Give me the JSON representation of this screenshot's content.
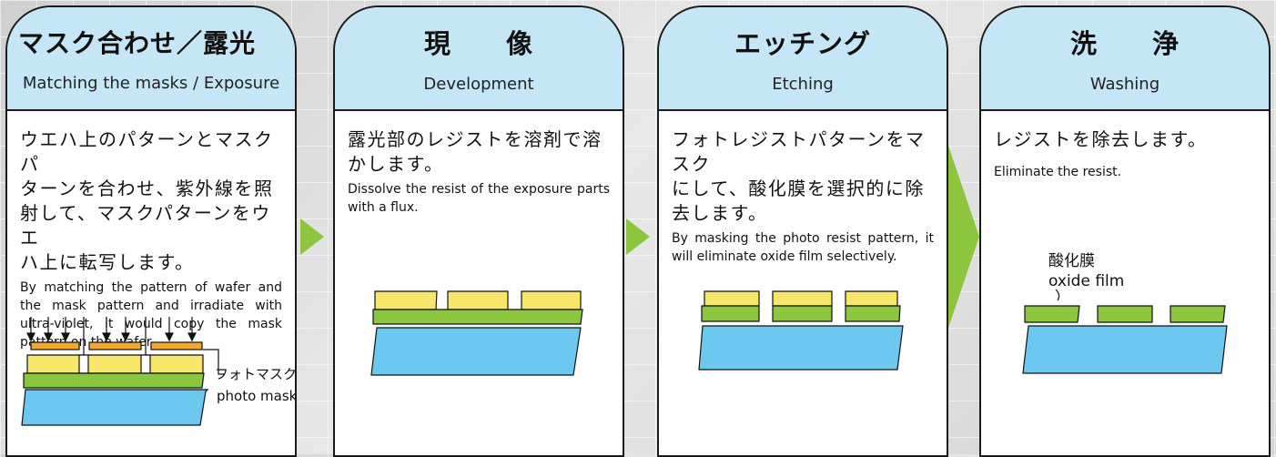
{
  "steps": [
    {
      "title_jp": "マスク合わせ／露光",
      "title_en": "Matching the masks / Exposure",
      "desc_jp": [
        "ウエハ上のパターンとマスクパ",
        "ターンを合わせ、紫外線を照",
        "射して、マスクパターンをウエ",
        "ハ上に転写します。"
      ],
      "desc_en": "By matching the pattern of wafer and the mask pattern and irradiate with ultra-violet, it would copy the mask pattern on the wafer.",
      "label_jp": "フォトマスク",
      "label_en": "photo masks"
    },
    {
      "title_jp": "現　　像",
      "title_en": "Development",
      "desc_jp": [
        "露光部のレジストを溶剤で溶",
        "かします。"
      ],
      "desc_en": "Dissolve the resist of the exposure parts with a flux."
    },
    {
      "title_jp": "エッチング",
      "title_en": "Etching",
      "desc_jp": [
        "フォトレジストパターンをマスク",
        "にして、酸化膜を選択的に除",
        "去します。"
      ],
      "desc_en": "By masking the photo resist pattern, it will eliminate oxide film selectively."
    },
    {
      "title_jp": "洗　　浄",
      "title_en": "Washing",
      "desc_jp": [
        "レジストを除去します。"
      ],
      "desc_en": "Eliminate the resist.",
      "label_jp": "酸化膜",
      "label_en": "oxide film"
    }
  ],
  "colors": {
    "header_bg": "#c5e6f6",
    "resist": "#f6e66a",
    "oxide": "#8cc63f",
    "wafer": "#6dc8f0",
    "mask": "#f3a92c",
    "arrow": "#8cc63f"
  }
}
